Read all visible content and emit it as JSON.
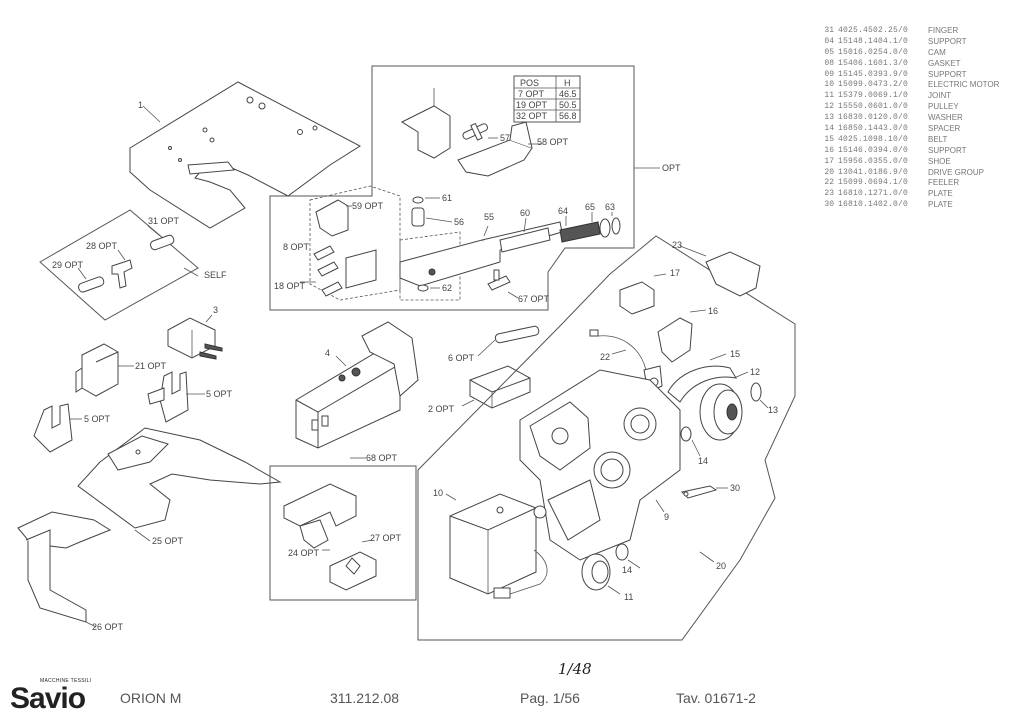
{
  "callouts": {
    "p1": "1",
    "p3": "3",
    "p4": "4",
    "p5opt_a": "5 OPT",
    "p5opt_b": "5 OPT",
    "p21opt": "21 OPT",
    "p25opt": "25 OPT",
    "p26opt": "26 OPT",
    "p28opt": "28 OPT",
    "p29opt": "29 OPT",
    "p31opt": "31 OPT",
    "self": "SELF",
    "p59opt": "59 OPT",
    "p8opt": "8 OPT",
    "p18opt": "18 OPT",
    "p61": "61",
    "p56": "56",
    "p55": "55",
    "p60": "60",
    "p64": "64",
    "p65": "65",
    "p63": "63",
    "p62": "62",
    "p67opt": "67 OPT",
    "p57": "57",
    "p58opt": "58 OPT",
    "opt": "OPT",
    "p6opt": "6 OPT",
    "p2opt": "2 OPT",
    "p68opt": "68 OPT",
    "p24opt": "24 OPT",
    "p27opt": "27 OPT",
    "p23": "23",
    "p17": "17",
    "p16": "16",
    "p22": "22",
    "p15": "15",
    "p12": "12",
    "p13": "13",
    "p14a": "14",
    "p14b": "14",
    "p9": "9",
    "p10": "10",
    "p30": "30",
    "p11": "11",
    "p20": "20"
  },
  "opt_table": {
    "header": [
      "POS",
      "H"
    ],
    "rows": [
      [
        "7 OPT",
        "46.5"
      ],
      [
        "19 OPT",
        "50.5"
      ],
      [
        "32 OPT",
        "56.8"
      ]
    ]
  },
  "parts_list": [
    {
      "pos": "31",
      "code": "4025.4502.25/0",
      "desc": "FINGER"
    },
    {
      "pos": "04",
      "code": "15148.1404.1/0",
      "desc": "SUPPORT"
    },
    {
      "pos": "05",
      "code": "15016.0254.0/0",
      "desc": "CAM"
    },
    {
      "pos": "08",
      "code": "15406.1601.3/0",
      "desc": "GASKET"
    },
    {
      "pos": "09",
      "code": "15145.0393.9/0",
      "desc": "SUPPORT"
    },
    {
      "pos": "10",
      "code": "15099.0473.2/0",
      "desc": "ELECTRIC MOTOR"
    },
    {
      "pos": "11",
      "code": "15379.0069.1/0",
      "desc": "JOINT"
    },
    {
      "pos": "12",
      "code": "15550.0601.0/0",
      "desc": "PULLEY"
    },
    {
      "pos": "13",
      "code": "16830.0120.0/0",
      "desc": "WASHER"
    },
    {
      "pos": "14",
      "code": "16850.1443.0/0",
      "desc": "SPACER"
    },
    {
      "pos": "15",
      "code": "4025.1098.10/0",
      "desc": "BELT"
    },
    {
      "pos": "16",
      "code": "15146.0394.0/0",
      "desc": "SUPPORT"
    },
    {
      "pos": "17",
      "code": "15956.0355.0/0",
      "desc": "SHOE"
    },
    {
      "pos": "20",
      "code": "13041.0186.9/0",
      "desc": "DRIVE GROUP"
    },
    {
      "pos": "22",
      "code": "15099.0694.1/0",
      "desc": "FEELER"
    },
    {
      "pos": "23",
      "code": "16810.1271.0/0",
      "desc": "PLATE"
    },
    {
      "pos": "30",
      "code": "16810.1402.0/0",
      "desc": "PLATE"
    }
  ],
  "footer": {
    "brand_small": "MACCHINE TESSILI",
    "brand": "Savio",
    "model": "ORION M",
    "code": "311.212.08",
    "page": "Pag. 1/56",
    "table": "Tav. 01671-2",
    "handwritten": "1/48"
  }
}
